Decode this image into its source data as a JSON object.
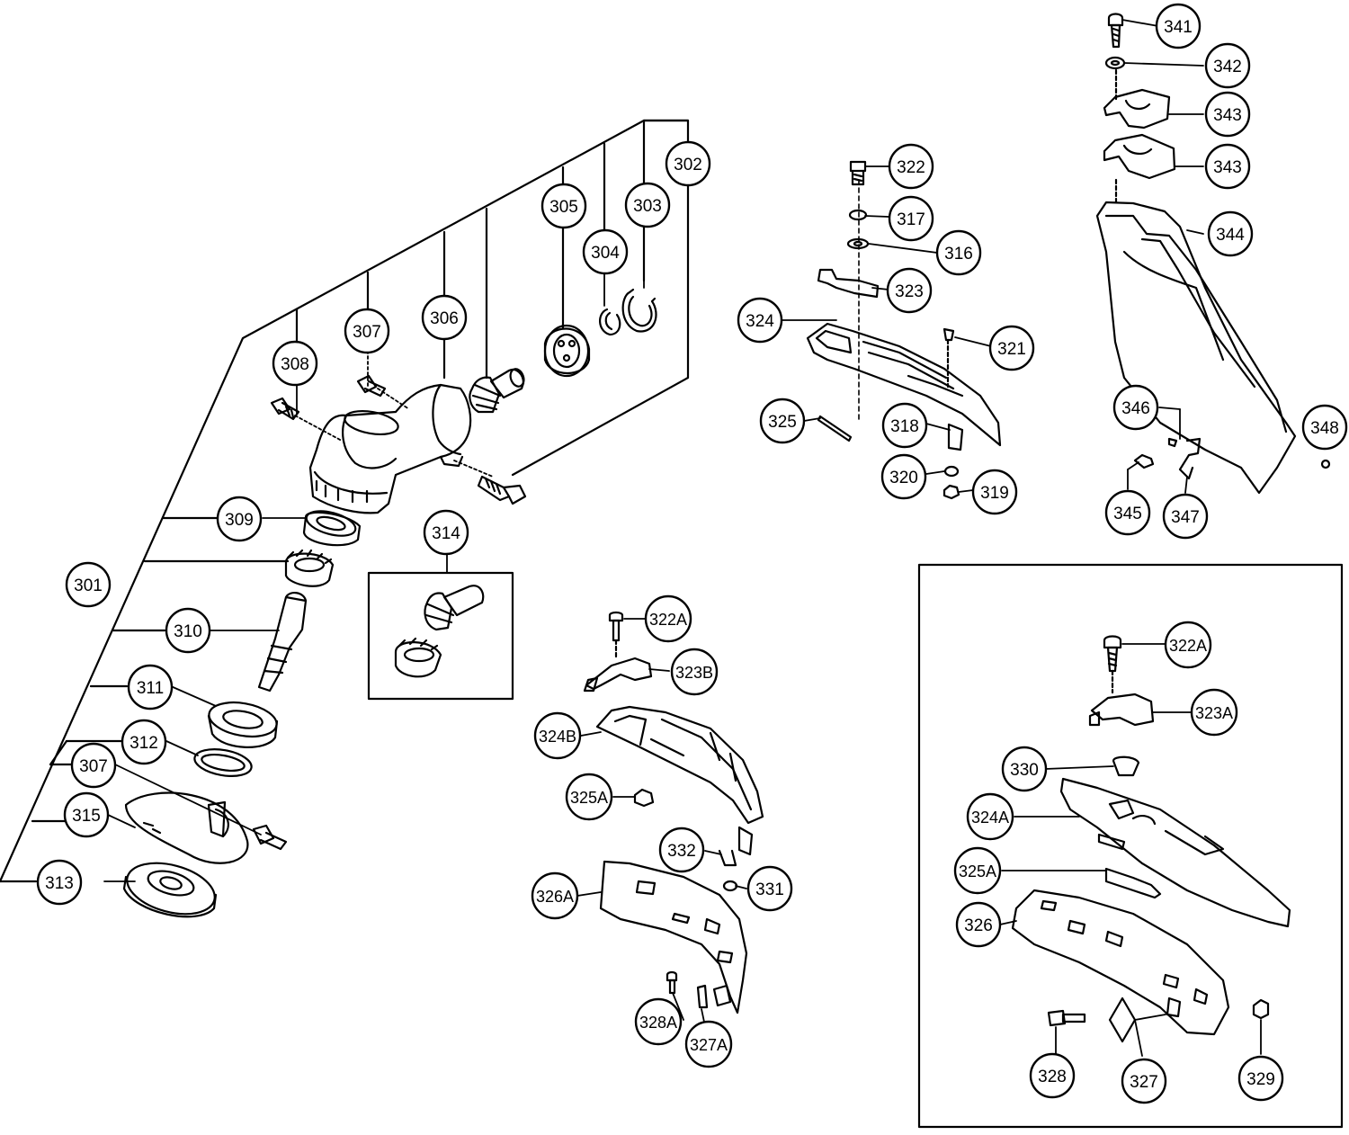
{
  "diagram": {
    "kind": "exploded parts diagram",
    "callouts": [
      {
        "id": "c301",
        "label": "301"
      },
      {
        "id": "c302",
        "label": "302"
      },
      {
        "id": "c303",
        "label": "303"
      },
      {
        "id": "c304",
        "label": "304"
      },
      {
        "id": "c305",
        "label": "305"
      },
      {
        "id": "c306",
        "label": "306"
      },
      {
        "id": "c307a",
        "label": "307"
      },
      {
        "id": "c308",
        "label": "308"
      },
      {
        "id": "c309",
        "label": "309"
      },
      {
        "id": "c310",
        "label": "310"
      },
      {
        "id": "c311",
        "label": "311"
      },
      {
        "id": "c312",
        "label": "312"
      },
      {
        "id": "c307b",
        "label": "307"
      },
      {
        "id": "c315",
        "label": "315"
      },
      {
        "id": "c313",
        "label": "313"
      },
      {
        "id": "c314",
        "label": "314"
      },
      {
        "id": "c322",
        "label": "322"
      },
      {
        "id": "c317",
        "label": "317"
      },
      {
        "id": "c316",
        "label": "316"
      },
      {
        "id": "c323",
        "label": "323"
      },
      {
        "id": "c324",
        "label": "324"
      },
      {
        "id": "c321",
        "label": "321"
      },
      {
        "id": "c325",
        "label": "325"
      },
      {
        "id": "c318",
        "label": "318"
      },
      {
        "id": "c320",
        "label": "320"
      },
      {
        "id": "c319",
        "label": "319"
      },
      {
        "id": "c341",
        "label": "341"
      },
      {
        "id": "c342",
        "label": "342"
      },
      {
        "id": "c343a",
        "label": "343"
      },
      {
        "id": "c343b",
        "label": "343"
      },
      {
        "id": "c344",
        "label": "344"
      },
      {
        "id": "c346",
        "label": "346"
      },
      {
        "id": "c348",
        "label": "348"
      },
      {
        "id": "c345",
        "label": "345"
      },
      {
        "id": "c347",
        "label": "347"
      },
      {
        "id": "c322Aa",
        "label": "322A"
      },
      {
        "id": "c323B",
        "label": "323B"
      },
      {
        "id": "c324B",
        "label": "324B"
      },
      {
        "id": "c325Aa",
        "label": "325A"
      },
      {
        "id": "c332",
        "label": "332"
      },
      {
        "id": "c331",
        "label": "331"
      },
      {
        "id": "c326A",
        "label": "326A"
      },
      {
        "id": "c328A",
        "label": "328A"
      },
      {
        "id": "c327A",
        "label": "327A"
      },
      {
        "id": "c322Ab",
        "label": "322A"
      },
      {
        "id": "c323A",
        "label": "323A"
      },
      {
        "id": "c330",
        "label": "330"
      },
      {
        "id": "c324A",
        "label": "324A"
      },
      {
        "id": "c325Ab",
        "label": "325A"
      },
      {
        "id": "c326",
        "label": "326"
      },
      {
        "id": "c328",
        "label": "328"
      },
      {
        "id": "c327",
        "label": "327"
      },
      {
        "id": "c329",
        "label": "329"
      }
    ]
  }
}
